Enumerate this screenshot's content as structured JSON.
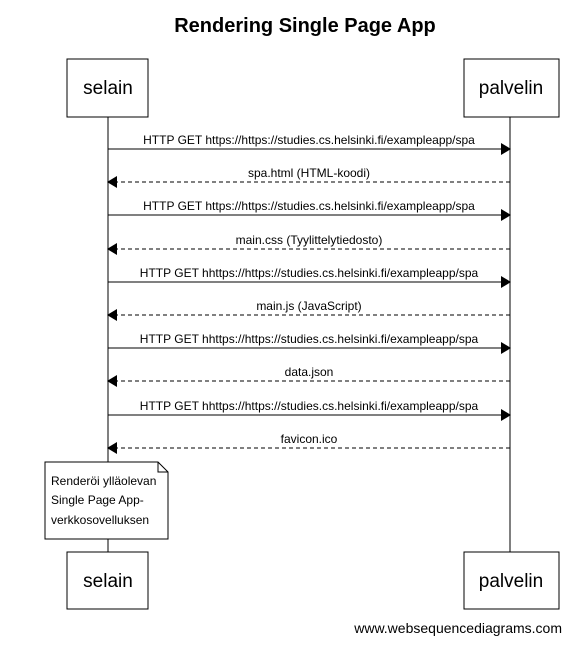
{
  "title": "Rendering Single Page App",
  "participants": [
    {
      "id": "browser",
      "label": "selain"
    },
    {
      "id": "server",
      "label": "palvelin"
    }
  ],
  "messages": [
    {
      "from": "browser",
      "to": "server",
      "style": "solid",
      "label": "HTTP GET https://https://studies.cs.helsinki.fi/exampleapp/spa"
    },
    {
      "from": "server",
      "to": "browser",
      "style": "dashed",
      "label": "spa.html (HTML-koodi)"
    },
    {
      "from": "browser",
      "to": "server",
      "style": "solid",
      "label": "HTTP GET https://https://studies.cs.helsinki.fi/exampleapp/spa"
    },
    {
      "from": "server",
      "to": "browser",
      "style": "dashed",
      "label": "main.css (Tyylittelytiedosto)"
    },
    {
      "from": "browser",
      "to": "server",
      "style": "solid",
      "label": "HTTP GET hhttps://https://studies.cs.helsinki.fi/exampleapp/spa"
    },
    {
      "from": "server",
      "to": "browser",
      "style": "dashed",
      "label": "main.js (JavaScript)"
    },
    {
      "from": "browser",
      "to": "server",
      "style": "solid",
      "label": "HTTP GET hhttps://https://studies.cs.helsinki.fi/exampleapp/spa"
    },
    {
      "from": "server",
      "to": "browser",
      "style": "dashed",
      "label": "data.json"
    },
    {
      "from": "browser",
      "to": "server",
      "style": "solid",
      "label": "HTTP GET hhttps://https://studies.cs.helsinki.fi/exampleapp/spa"
    },
    {
      "from": "server",
      "to": "browser",
      "style": "dashed",
      "label": "favicon.ico"
    }
  ],
  "note": {
    "over": "browser",
    "lines": [
      "Renderöi ylläolevan",
      "Single Page App-",
      "verkkosovelluksen"
    ]
  },
  "footer": "www.websequencediagrams.com"
}
